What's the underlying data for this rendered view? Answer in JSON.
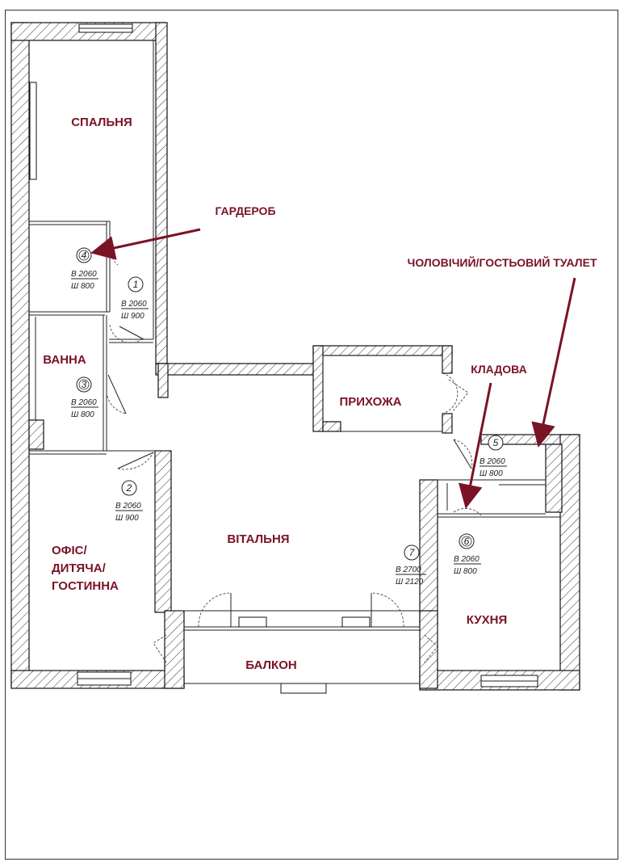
{
  "rooms": {
    "bedroom": "СПАЛЬНЯ",
    "bath": "ВАННА",
    "office_line1": "ОФІС/",
    "office_line2": "ДИТЯЧА/",
    "office_line3": "ГОСТИННА",
    "living": "ВІТАЛЬНЯ",
    "hall": "ПРИХОЖА",
    "balcony": "БАЛКОН",
    "kitchen": "КУХНЯ"
  },
  "annotations": {
    "wardrobe": "ГАРДЕРОБ",
    "toilet": "ЧОЛОВІЧИЙ/ГОСТЬОВИЙ ТУАЛЕТ",
    "storage": "КЛАДОВА"
  },
  "doors": [
    {
      "num": "1",
      "h": "В 2060",
      "w": "Ш 900"
    },
    {
      "num": "2",
      "h": "В 2060",
      "w": "Ш 900"
    },
    {
      "num": "3",
      "h": "В 2060",
      "w": "Ш 800"
    },
    {
      "num": "4",
      "h": "В 2060",
      "w": "Ш 800"
    },
    {
      "num": "5",
      "h": "В 2060",
      "w": "Ш 800"
    },
    {
      "num": "6",
      "h": "В 2060",
      "w": "Ш 800"
    },
    {
      "num": "7",
      "h": "В 2700",
      "w": "Ш 2120"
    }
  ],
  "colors": {
    "label": "#7a1326"
  }
}
